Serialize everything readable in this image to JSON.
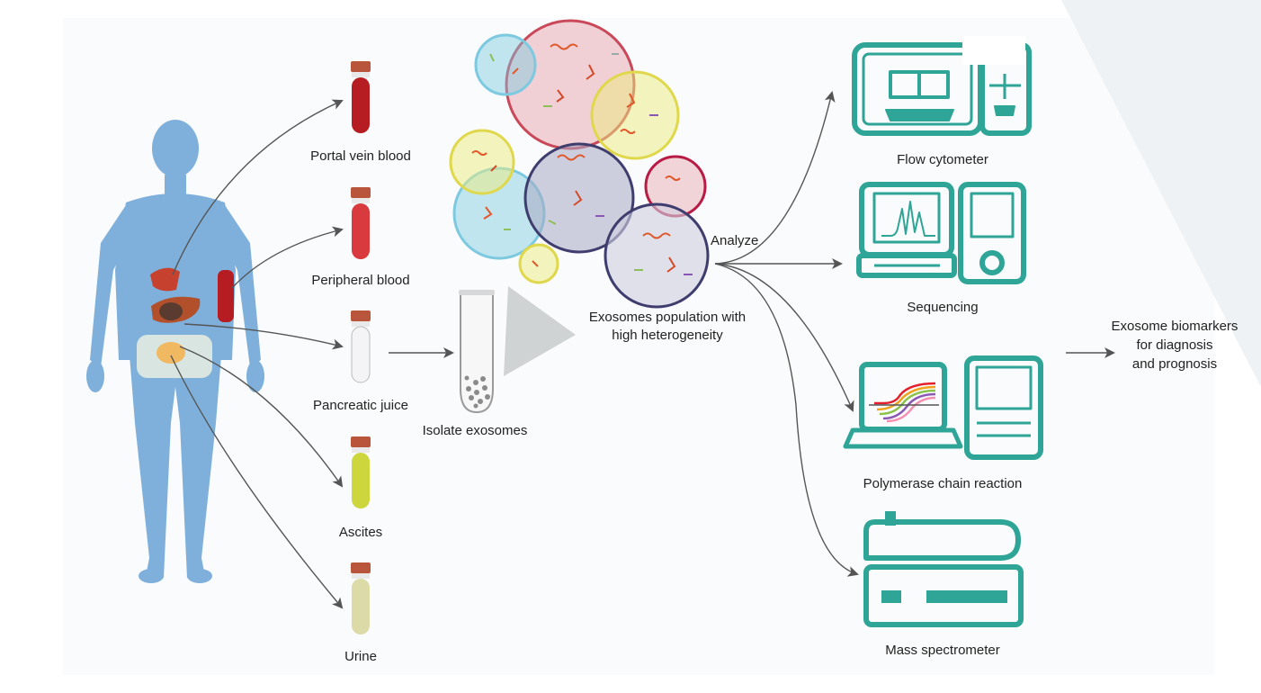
{
  "samples": [
    {
      "label": "Portal vein blood",
      "color": "#b51d22"
    },
    {
      "label": "Peripheral blood",
      "color": "#d93a3d"
    },
    {
      "label": "Pancreatic juice",
      "color": "#f4f4f6"
    },
    {
      "label": "Ascites",
      "color": "#cdd63c"
    },
    {
      "label": "Urine",
      "color": "#dcdba8"
    }
  ],
  "isolate": {
    "label": "Isolate exosomes"
  },
  "population": {
    "line1": "Exosomes population with",
    "line2": "high heterogeneity"
  },
  "analyze_label": "Analyze",
  "instruments": [
    {
      "label": "Flow cytometer",
      "icon": "flow-cytometer-icon"
    },
    {
      "label": "Sequencing",
      "icon": "sequencing-icon"
    },
    {
      "label": "Polymerase chain reaction",
      "icon": "pcr-icon"
    },
    {
      "label": "Mass spectrometer",
      "icon": "mass-spectrometer-icon"
    }
  ],
  "output": {
    "line1": "Exosome biomarkers",
    "line2": "for diagnosis",
    "line3": "and prognosis"
  },
  "colors": {
    "body": "#7fb0db",
    "instrument": "#2ea597",
    "arrow": "#555555",
    "tube_cap": "#b8553a",
    "vesicle_blue": "#7cc9e0",
    "vesicle_red": "#e5a4ad",
    "vesicle_yellow": "#ecec7e",
    "vesicle_navy": "#3f3d6e",
    "vesicle_crimson": "#b81c45"
  }
}
